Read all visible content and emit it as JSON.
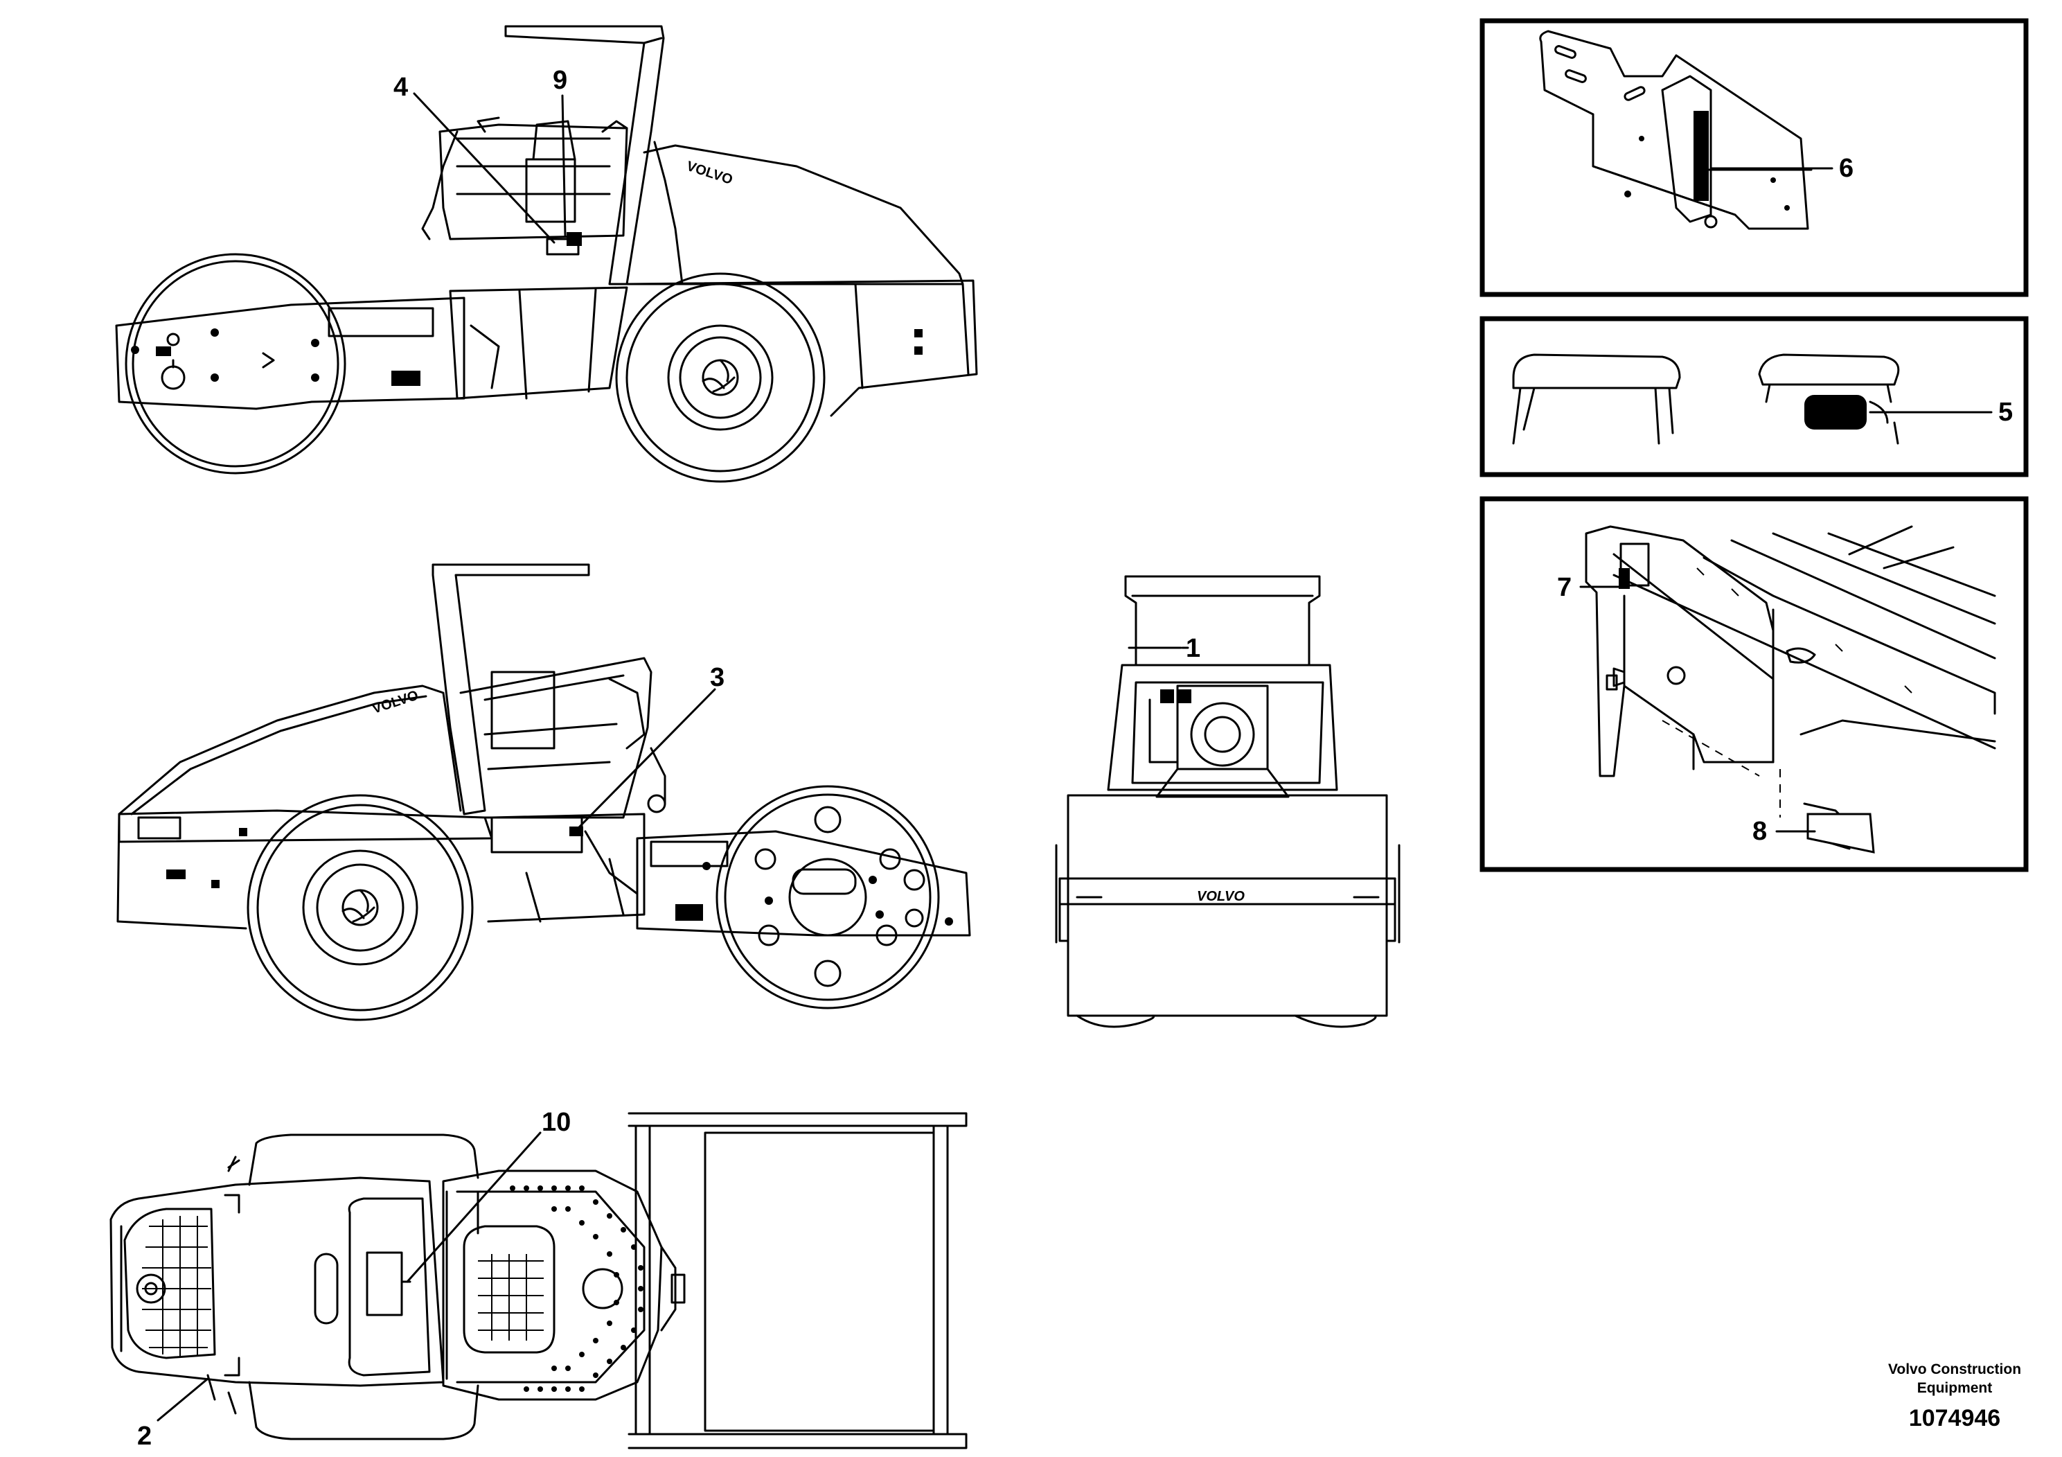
{
  "callouts": {
    "c1": "1",
    "c2": "2",
    "c3": "3",
    "c4": "4",
    "c5": "5",
    "c6": "6",
    "c7": "7",
    "c8": "8",
    "c9": "9",
    "c10": "10"
  },
  "footer": {
    "company_line1": "Volvo Construction",
    "company_line2": "Equipment",
    "drawing_number": "1074946"
  },
  "machine_lettering": "VOLVO"
}
